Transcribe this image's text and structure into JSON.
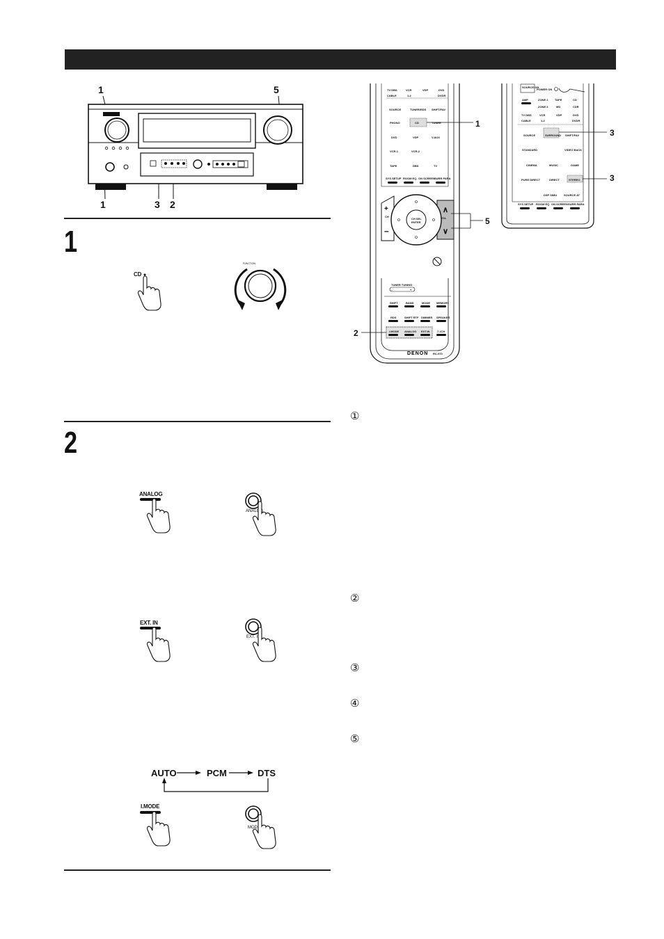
{
  "callouts": {
    "receiver_top_1": "1",
    "receiver_top_5": "5",
    "receiver_bottom_1": "1",
    "receiver_bottom_3": "3",
    "receiver_bottom_2": "2",
    "remote_1": "1",
    "remote_5": "5",
    "remote_2": "2",
    "remote2_3a": "3",
    "remote2_3b": "3"
  },
  "steps": {
    "step1_number": "1",
    "step2_number": "2"
  },
  "step1": {
    "cd_label": "CD",
    "function_label": "FUNCTION"
  },
  "step2": {
    "analog_label": "ANALOG",
    "analog_knob_label": "ANALOG",
    "extin_label": "EXT. IN",
    "extin_knob_label": "EXT. IN",
    "imode_label": "I.MODE",
    "mode_knob_label": "MODE",
    "sequence": [
      "AUTO",
      "PCM",
      "DTS"
    ]
  },
  "notes": {
    "n1": "①",
    "n2": "②",
    "n3": "③",
    "n4": "④",
    "n5": "⑤"
  },
  "remote": {
    "row1": [
      "TV DBS",
      "VCR",
      "VDP",
      "DVD"
    ],
    "row1b": [
      "CABLE",
      "1-2",
      "",
      "DVDR"
    ],
    "row2": [
      "SOURCE",
      "TUNER/RDS",
      "",
      "SHIFT/FAV"
    ],
    "row3": [
      "PHONO",
      "CD",
      "TUNER"
    ],
    "row4": [
      "DVD",
      "VDP",
      "V.AUX"
    ],
    "row5": [
      "VCR-1",
      "VCR-2"
    ],
    "row6": [
      "TAPE",
      "DBS",
      "TV"
    ],
    "row7": [
      "SYS SETUP",
      "ROOM EQ",
      "ON SCREEN",
      "SURR PARA"
    ],
    "ch_label": "CH",
    "vol_label": "VOL",
    "center_top": "CH SEL",
    "center_bottom": "ENTER",
    "tuner_tuning": "TUNER TUNING",
    "row8": [
      "SHIFT",
      "BAND",
      "MODE",
      "MEMORY"
    ],
    "row9": [
      "RDS",
      "SHIFT RTF",
      "DIMMER",
      "SPEAKER"
    ],
    "row10": [
      "I.MODE",
      "ANALOG",
      "EXT.IN",
      "7.1CH"
    ],
    "brand": "DENON",
    "model": "RC-970"
  },
  "remote2": {
    "top": [
      "SOURCE ON",
      "POWER ON"
    ],
    "row1": [
      "AMP",
      "ZONE 2",
      "TAPE",
      "CD"
    ],
    "row1b": [
      "",
      "ZONE 3",
      "MD",
      "CDR"
    ],
    "row2": [
      "TV DBS",
      "VCR",
      "VDP",
      "DVD"
    ],
    "row2b": [
      "CABLE",
      "1-2",
      "",
      "DVDR"
    ],
    "row3": [
      "SOURCE",
      "SURROUND",
      "SHIFT/FAV"
    ],
    "row4": [
      "STANDARD",
      "",
      "",
      "VIDEO BACK"
    ],
    "row5": [
      "CINEMA",
      "MUSIC",
      "GAME"
    ],
    "row6": [
      "PURE DIRECT",
      "DIRECT",
      "STEREO"
    ],
    "row7": [
      "DSP SIMU",
      "SOURCE AT"
    ],
    "row8": [
      "SYS SETUP",
      "ROOM EQ",
      "ON SCREEN",
      "SURR PARA"
    ]
  }
}
